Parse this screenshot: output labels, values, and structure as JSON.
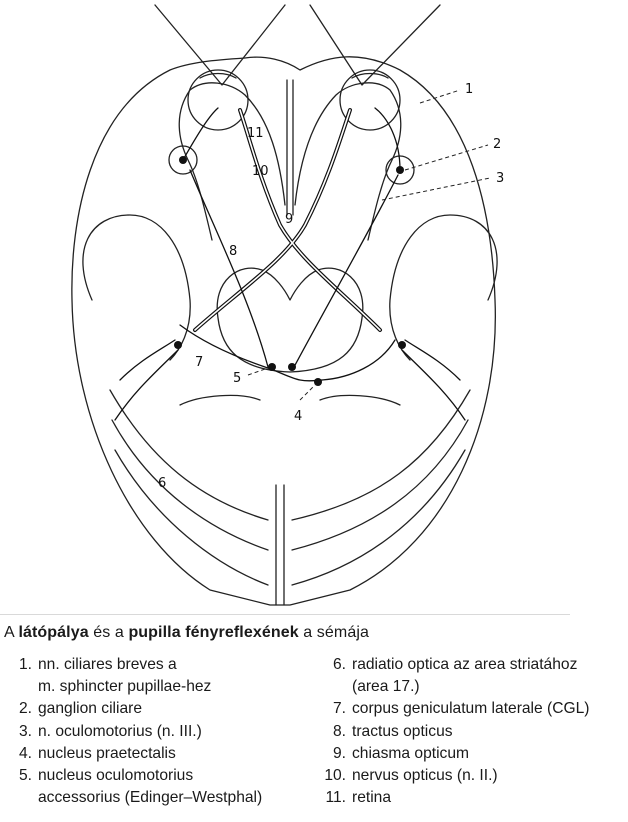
{
  "diagram": {
    "labels": [
      "1",
      "2",
      "3",
      "4",
      "5",
      "6",
      "7",
      "8",
      "9",
      "10",
      "11"
    ]
  },
  "caption": {
    "prefix": "A ",
    "bold1": "látópálya",
    "mid": " és a ",
    "bold2": "pupilla fényreflexének",
    "suffix": " a sémája"
  },
  "legend": {
    "left": [
      {
        "num": "1.",
        "line1": "nn. ciliares breves a",
        "line2": "m. sphincter pupillae-hez"
      },
      {
        "num": "2.",
        "line1": "ganglion ciliare"
      },
      {
        "num": "3.",
        "line1": "n. oculomotorius (n. III.)"
      },
      {
        "num": "4.",
        "line1": "nucleus praetectalis"
      },
      {
        "num": "5.",
        "line1": "nucleus oculomotorius",
        "line2": "accessorius (Edinger–Westphal)"
      }
    ],
    "right": [
      {
        "num": "6.",
        "line1": "radiatio optica az area striatához",
        "line2": "(area 17.)"
      },
      {
        "num": "7.",
        "line1": "corpus geniculatum laterale (CGL)"
      },
      {
        "num": "8.",
        "line1": "tractus opticus"
      },
      {
        "num": "9.",
        "line1": "chiasma opticum"
      },
      {
        "num": "10.",
        "line1": "nervus opticus (n. II.)"
      },
      {
        "num": "11.",
        "line1": "retina"
      }
    ]
  }
}
